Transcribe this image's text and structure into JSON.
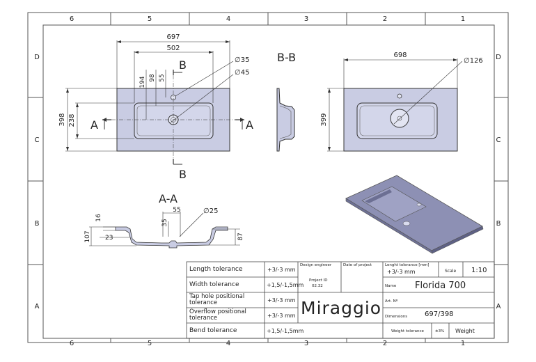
{
  "frame": {
    "columns": [
      "6",
      "5",
      "4",
      "3",
      "2",
      "1"
    ],
    "rows": [
      "D",
      "C",
      "B",
      "A"
    ]
  },
  "top_view": {
    "dim_overall_width": "697",
    "dim_bowl_width": "502",
    "dim_194": "194",
    "dim_98": "98",
    "dim_55": "55",
    "dim_hole_35": "∅35",
    "dim_drain_45": "∅45",
    "dim_overall_depth": "398",
    "dim_bowl_depth": "238",
    "section_a_left": "A",
    "section_a_right": "A",
    "section_b_top": "B",
    "section_b_bottom": "B"
  },
  "section_bb": {
    "title": "B-B"
  },
  "bottom_view": {
    "dim_width": "698",
    "dim_depth": "399",
    "dim_cutout": "∅126"
  },
  "section_aa": {
    "title": "A-A",
    "dim_55": "55",
    "dim_drain_25": "∅25",
    "dim_16": "16",
    "dim_35": "35",
    "dim_107": "107",
    "dim_23": "23",
    "dim_87": "87"
  },
  "title_block": {
    "rows": [
      {
        "label": "Length tolerance",
        "value": "+3/-3 mm"
      },
      {
        "label": "Width tolerance",
        "value": "+1,5/-1,5mm"
      },
      {
        "label": "Tap hole positional tolerance",
        "value": "+3/-3 mm"
      },
      {
        "label": "Overflow positional tolerance",
        "value": "+3/-3 mm"
      },
      {
        "label": "Bend tolerance",
        "value": "+1,5/-1,5mm"
      }
    ],
    "design_engineer": "Design engineer",
    "date_of_project": "Date of project",
    "length_tol_header": "Lenght tolerance [mm]",
    "length_tol_value": "+3/-3 mm",
    "scale_label": "Scale",
    "scale_value": "1:10",
    "project_id_label": "Project ID",
    "project_id_value": "02.32",
    "name_label": "Name",
    "name_value": "Florida 700",
    "art_label": "Art. Nº",
    "brand": "Miraggio",
    "dimensions_label": "Dimensions",
    "dimensions_value": "697/398",
    "weight_tol_label": "Weight tolerance",
    "weight_tol_value": "±3%",
    "weight_label": "Weight"
  }
}
